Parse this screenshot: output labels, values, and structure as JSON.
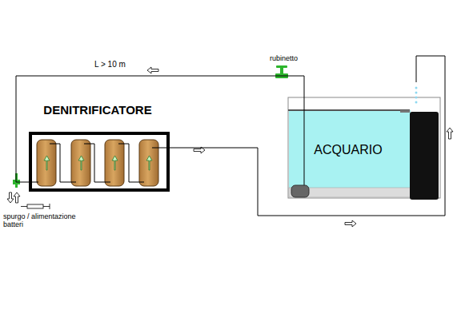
{
  "diagram": {
    "nodes": [
      {
        "text": [
          "DENITRIFICATORE"
        ]
      },
      {
        "text": [
          "ACQUARIO"
        ]
      }
    ],
    "edges": [
      {
        "from": 1,
        "to": 0,
        "arrow": "none"
      },
      {
        "from": 0,
        "to": 1,
        "arrow": "none"
      }
    ],
    "labels": [
      "L > 10 m",
      "rubinetto",
      "spurgo / alimentazione batteri"
    ]
  }
}
